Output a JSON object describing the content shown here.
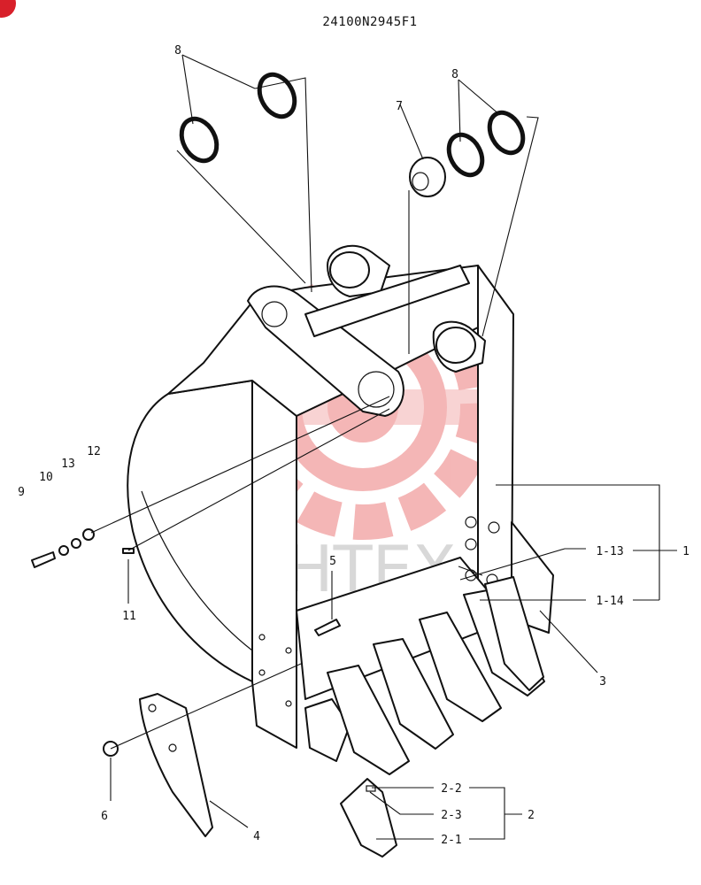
{
  "drawing_number": "24100N2945F1",
  "watermark": "ИНТЕХ",
  "colors": {
    "ink": "#111111",
    "watermark_red": "#e03030",
    "watermark_gray": "#cfcfcf",
    "corner_badge": "#d8202a"
  },
  "callouts": {
    "c1": "1",
    "c1_13": "1-13",
    "c1_14": "1-14",
    "c2": "2",
    "c2_1": "2-1",
    "c2_2": "2-2",
    "c2_3": "2-3",
    "c3": "3",
    "c4": "4",
    "c5": "5",
    "c6": "6",
    "c7": "7",
    "c8a": "8",
    "c8b": "8",
    "c9": "9",
    "c10": "10",
    "c11": "11",
    "c12": "12",
    "c13": "13"
  }
}
